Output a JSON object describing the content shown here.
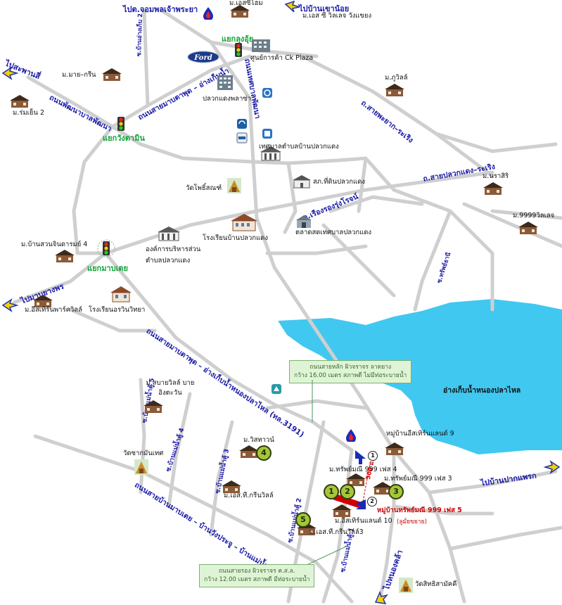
{
  "colors": {
    "road": "#cfcfcf",
    "lake": "#41c8f0",
    "road_label": "#1a1aa8",
    "junction_label": "#13a338",
    "highlight": "#d00000",
    "badge": "#a4c63a"
  },
  "directions": {
    "to_pattaya": "ไปต.จอมพลเจ้าพระยา",
    "to_ban_khao_noi": "ไปบ้านเขาน้อย",
    "to_saphan_si": "ไปสะพานสี่",
    "to_map_yang_phon": "ไปมาบยางพร",
    "to_ban_pak_phraek": "ไปบ้านปากแพรก",
    "to_nong_khla": "ไปหนองคล้า"
  },
  "roads": {
    "phatthana": "ถนนพัฒนาบาลพัฒนา",
    "map_ta_phut_ang_kep_nam": "ถนนสายมาบตาพุด – อ่างเก็บน้ำ",
    "thetsaban_phatthana": "ถนนเทศบาลพัฒนา",
    "map_ta_phut_nong_pla_lai": "ถนนสายมาบตาพุด – อ่างเก็บน้ำหนองปลาไหล (ทล.3191)",
    "ban_map_khao_wangprachu": "ถนนสายบ้านมาบเตย – บ้านวังประจู – บ้านแม่น้ำคู้",
    "sai_phayak_rayong": "ถ.สายพะยาก–ระเริง",
    "sai_pluak_daeng_rayong": "ถ.สายปลวกแดง–ระเริง",
    "rueang_rong_rung_rot": "ถ.เรืองรองรุ่งโรจน์",
    "soi_ban_mai_kham_5": "ซ.บ้านแม่น้ำคู้ 5",
    "soi_ban_mai_kham_4": "ซ.บ้านแม่น้ำคู้ 4",
    "soi_ban_mai_kham_3": "ซ.บ้านแม่น้ำคู้ 3",
    "soi_ban_mai_kham_2": "ซ.บ้านแม่น้ำคู้ 2",
    "soi_ban_mai_kham_1": "ซ.บ้านแม่น้ำคู้ 1",
    "soi_north": "ซ.บ้านอ่างเก็บ 2",
    "soi_east": "ซ.ทรัพย์ธานี"
  },
  "junctions": {
    "lung_ui": "แยกลุงอุ้ย",
    "wang_ta_min": "แยกวังตามิน",
    "map_toei": "แยกมาบเตย"
  },
  "places": {
    "mo_es_home": "ม.เอสซีโฮม",
    "mo_es_village": "ม.เอส ซี วิลเลจ วังแขยง",
    "ck_plaza": "ศูนย์การค้า Ck Plaza",
    "pluak_daeng_plaza": "ปลวกแดงพลาซ่า",
    "mo_mai_green": "ม.มาย–กรีน",
    "mo_rom_yen": "ม.ร่มเย็น 2",
    "mo_bhu_villa": "ม.ภูวิลล์",
    "tessaban": "เทศบาลตำบลบ้านปลวกแดง",
    "police": "สภ.ที่ดินปลวกแดง",
    "wat_phot": "วัดโพธิ์สณฑ์",
    "mo_nara": "ม.นราสิริ",
    "mo_9999": "ม.9999วิลเลจ",
    "market": "ตลาดสดเทศบาลปลวกแดง",
    "school": "โรงเรียนบ้านปลวกแดง",
    "aobto": "องค์การบริหารส่วนตำบลปลวกแดง",
    "mo_ban_suan": "ม.บ้านสวนจินดารมย์ 4",
    "mo_eastern_park": "ม.อีสเทิร์นพาร์ควิลล์",
    "school_2": "โรงเรียนอรวินวิทยา",
    "mo_sabai": "ม.สบายวิลล์ บาย อิงตะวัน",
    "wat_sakmanthet": "วัดซากมันเทศ",
    "mo_wisathawan": "ม.วิสทาวน์",
    "mo_es_green": "ม.เอส.ที.กรีนวิลล์",
    "mo_es_green_3": "ม.เอส.ที.กรีนวิลล์3",
    "mo_eastern_9": "หมู่บ้านอีสเทิร์นแลนด์ 9",
    "mo_sap_4": "ม.ทรัพย์มณี 999 เฟส 4",
    "mo_sap_3": "ม.ทรัพย์มณี 999 เฟส 3",
    "mo_eastern_10": "ม.อีสเทิร์นแลนด์ 10",
    "wat_sitthi": "วัดสิทธิสามัคคี",
    "lake": "อ่างเก็บน้ำหนองปลาไหล"
  },
  "project": {
    "name": "หมู่บ้านทรัพย์มณี 999 เฟส 5",
    "sub": "(ลูมั่ยขยาย)",
    "distance": "500 ม."
  },
  "badges": [
    "1",
    "2",
    "3",
    "4",
    "5"
  ],
  "notes": {
    "main_road": "ถนนสายหลัก ผิวจราจร ลาดยาง\nกว้าง 16.00 เมตร สภาพดี ไม่มีท่อระบายน้ำ",
    "secondary_road": "ถนนสายรอง ผิวจราจร ค.ส.ล.\nกว้าง 12.00 เมตร สภาพดี มีท่อระบายน้ำ"
  },
  "brand": {
    "ford": "Ford"
  }
}
